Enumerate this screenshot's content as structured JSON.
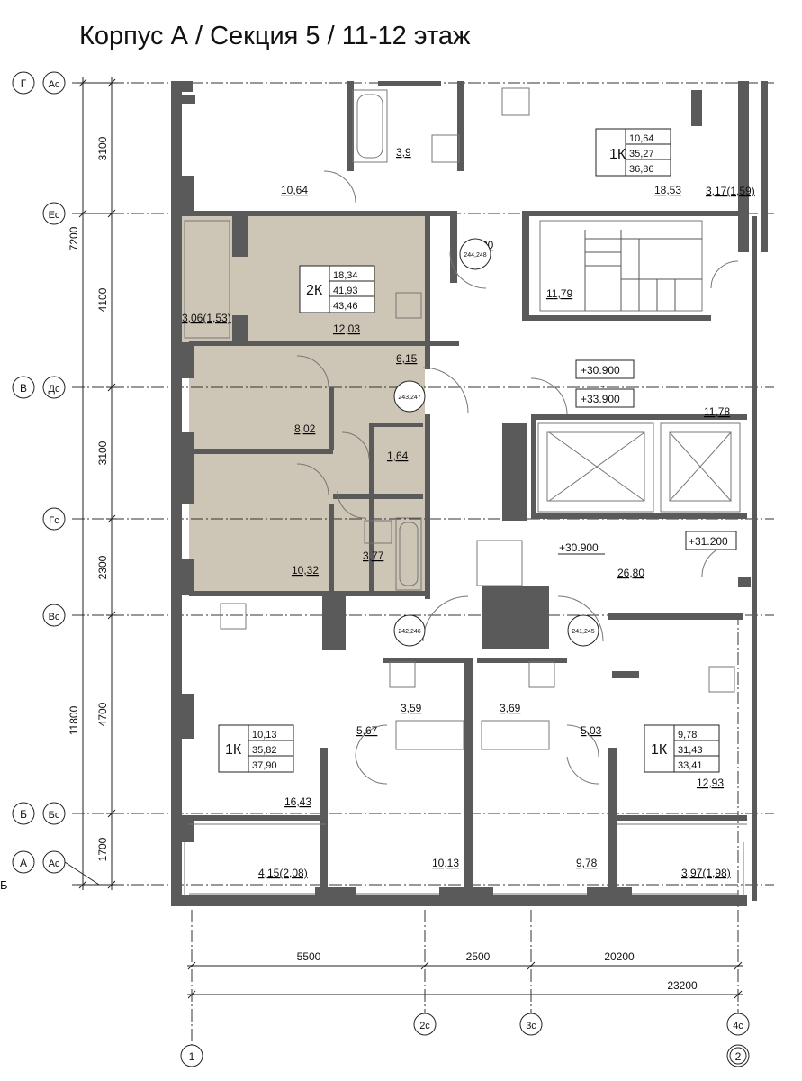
{
  "title": "Корпус А / Секция 5 / 11-12 этаж",
  "colors": {
    "wall": "#5a5a5a",
    "highlight": "#cdc5b5",
    "grid": "#222222"
  },
  "grid_left": [
    {
      "a": "Г",
      "b": "Ас"
    },
    {
      "a": "",
      "b": "Ес"
    },
    {
      "a": "В",
      "b": "Дс"
    },
    {
      "a": "",
      "b": "Гс"
    },
    {
      "a": "",
      "b": "Вс"
    },
    {
      "a": "Б",
      "b": "Бс"
    },
    {
      "a": "А",
      "b": "Ас"
    }
  ],
  "dims_left": [
    "3100",
    "4100",
    "3100",
    "2300",
    "4700",
    "1700"
  ],
  "dims_outer": [
    "7200",
    "11800"
  ],
  "dims_bottom": [
    "5500",
    "2500",
    "20200",
    "23200"
  ],
  "grid_bottom": [
    "1",
    "2с",
    "3с",
    "4с",
    "2"
  ],
  "edge_fragment": "Б",
  "apartments": [
    {
      "type": "1К",
      "v1": "10,64",
      "v2": "35,27",
      "v3": "36,86"
    },
    {
      "type": "2К",
      "v1": "18,34",
      "v2": "41,93",
      "v3": "43,46"
    },
    {
      "type": "1К",
      "v1": "10,13",
      "v2": "35,82",
      "v3": "37,90"
    },
    {
      "type": "1К",
      "v1": "9,78",
      "v2": "31,43",
      "v3": "33,41"
    }
  ],
  "areas": [
    "3,9",
    "10,64",
    "18,53",
    "3,17(1,59)",
    "2,20",
    "11,79",
    "3,06(1,53)",
    "12,03",
    "6,15",
    "8,02",
    "1,64",
    "3,77",
    "10,32",
    "11,78",
    "26,80",
    "3,59",
    "3,69",
    "5,67",
    "5,03",
    "16,43",
    "12,93",
    "4,15(2,08)",
    "10,13",
    "9,78",
    "3,97(1,98)"
  ],
  "levels": [
    "+30.900",
    "+33.900",
    "+30.900",
    "+31.200"
  ],
  "level_dots": "...",
  "door_codes": [
    "244,248",
    "243,247",
    "242,246",
    "241,245"
  ]
}
